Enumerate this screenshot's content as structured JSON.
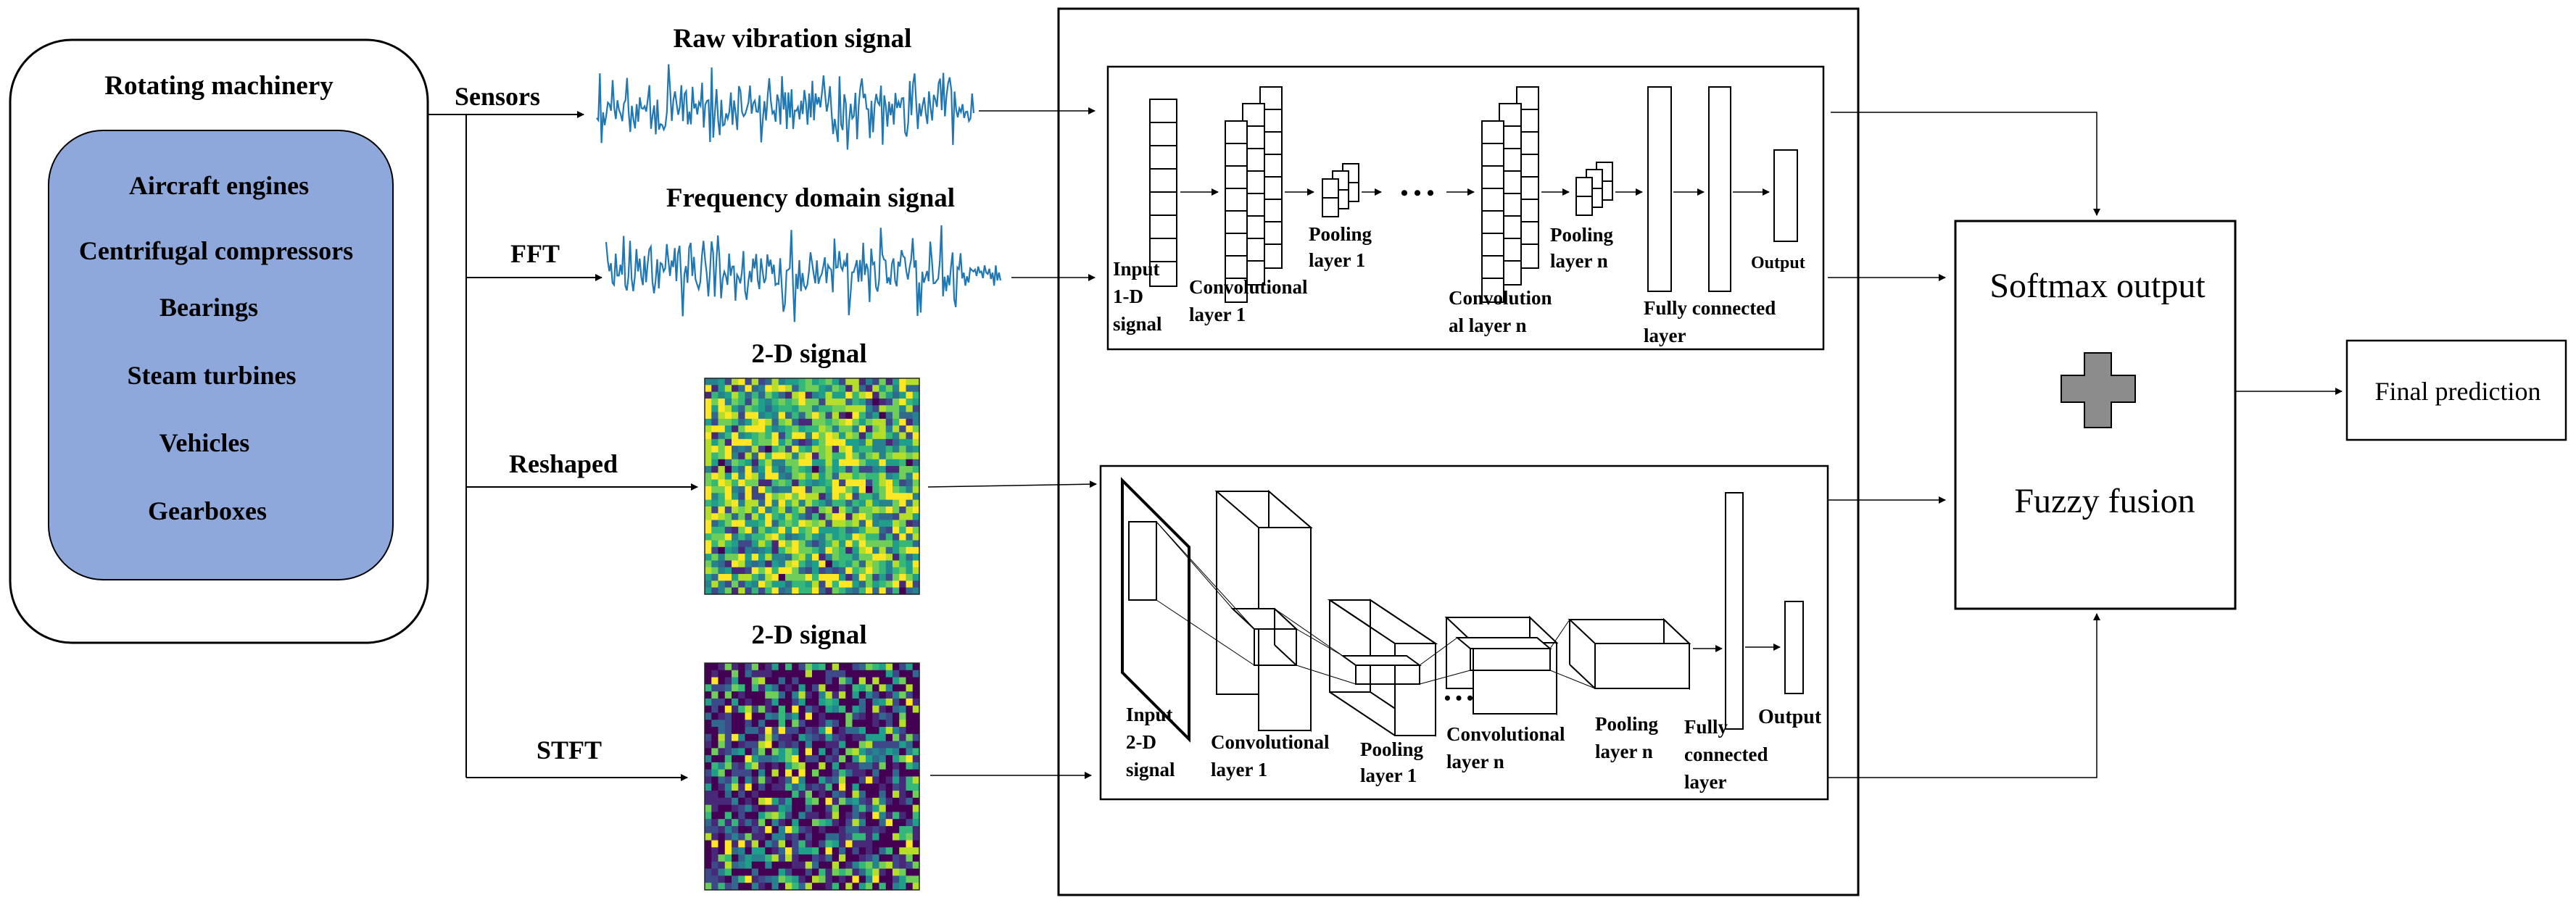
{
  "machinery": {
    "title": "Rotating machinery",
    "items": [
      "Aircraft engines",
      "Centrifugal compressors",
      "Bearings",
      "Steam turbines",
      "Vehicles",
      "Gearboxes"
    ],
    "fill_color": "#8fa8dc"
  },
  "branches": {
    "sensors": "Sensors",
    "fft": "FFT",
    "reshaped": "Reshaped",
    "stft": "STFT"
  },
  "signals": {
    "raw": "Raw vibration signal",
    "freq": "Frequency domain signal",
    "twod_a": "2-D signal",
    "twod_b": "2-D signal",
    "line_color": "#1f77b4"
  },
  "cnn1d": {
    "input": [
      "Input",
      "1-D",
      "signal"
    ],
    "conv1": [
      "Convolutional",
      "layer 1"
    ],
    "pool1": [
      "Pooling",
      "layer 1"
    ],
    "convn": [
      "Convolution",
      "al layer n"
    ],
    "pooln": [
      "Pooling",
      "layer n"
    ],
    "fc": [
      "Fully connected",
      "layer"
    ],
    "output": "Output",
    "dots": "• • •"
  },
  "cnn2d": {
    "input": [
      "Input",
      "2-D",
      "signal"
    ],
    "conv1": [
      "Convolutional",
      "layer 1"
    ],
    "pool1": [
      "Pooling",
      "layer 1"
    ],
    "convn": [
      "Convolutional",
      "layer n"
    ],
    "pooln": [
      "Pooling",
      "layer n"
    ],
    "fc": [
      "Fully",
      "connected",
      "layer"
    ],
    "output": "Output",
    "dots": "• • •"
  },
  "fusion": {
    "softmax": "Softmax output",
    "fuzzy": "Fuzzy fusion",
    "plus_color": "#8c8c8c"
  },
  "final": "Final prediction"
}
